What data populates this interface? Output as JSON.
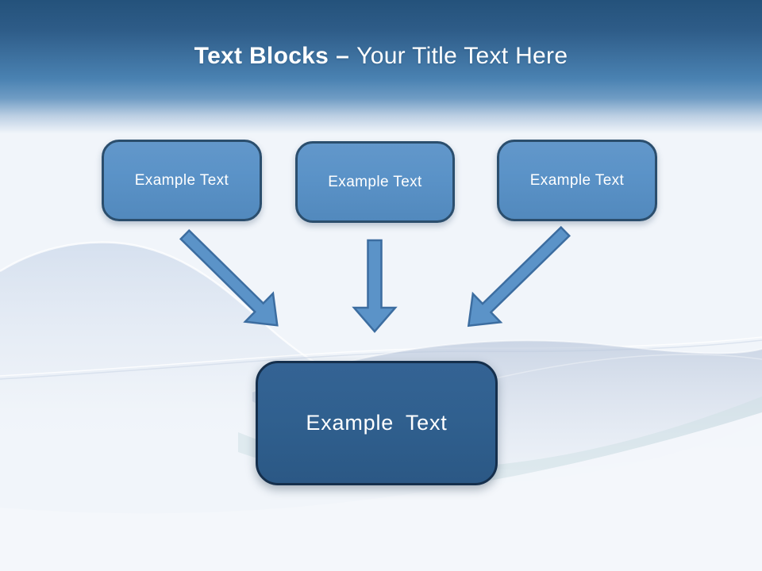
{
  "slide": {
    "title": {
      "topic": "Text Blocks",
      "dash": "–",
      "subtitle": "Your Title Text Here"
    }
  },
  "blocks": {
    "sources": [
      {
        "label": "Example Text"
      },
      {
        "label": "Example Text"
      },
      {
        "label": "Example Text"
      }
    ],
    "target": {
      "label": "Example Text"
    }
  },
  "icons": {
    "arrows": [
      "arrow-down-right",
      "arrow-down",
      "arrow-down-left"
    ]
  },
  "colors": {
    "header_top": "#24527b",
    "header_mid": "#4a82b2",
    "page_bg": "#f1f5fa",
    "block_fill": "#5b93c8",
    "block_border": "#2b4e6d",
    "target_fill": "#30608f",
    "target_border": "#152f4c",
    "arrow_fill": "#5b93c8",
    "arrow_stroke": "#3c6da0",
    "text_light": "#ffffff"
  }
}
